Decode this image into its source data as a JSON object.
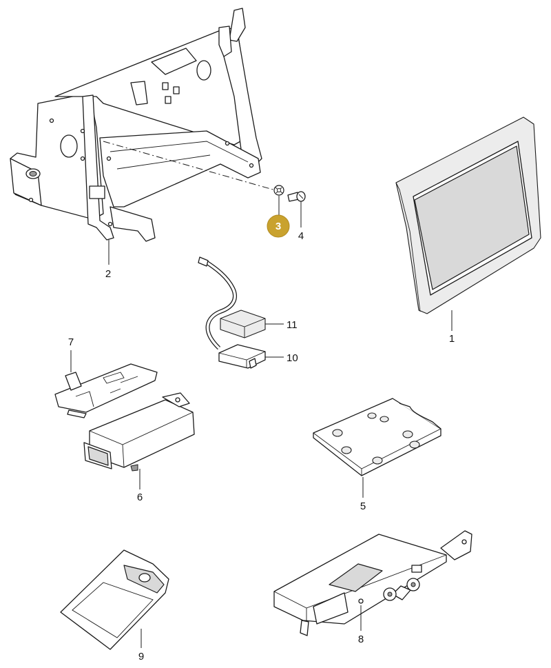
{
  "highlight_color": "#C9A22E",
  "callouts": {
    "p1": "1",
    "p2": "2",
    "p3": "3",
    "p4": "4",
    "p5": "5",
    "p6": "6",
    "p7": "7",
    "p8": "8",
    "p9": "9",
    "p10": "10",
    "p11": "11"
  },
  "icons": [
    "mounting-bracket",
    "display-screen",
    "washer",
    "screw",
    "mounting-plate",
    "control-unit",
    "clip-bracket",
    "receiver-module",
    "antenna-pad",
    "connector-plug",
    "adhesive-pad"
  ]
}
